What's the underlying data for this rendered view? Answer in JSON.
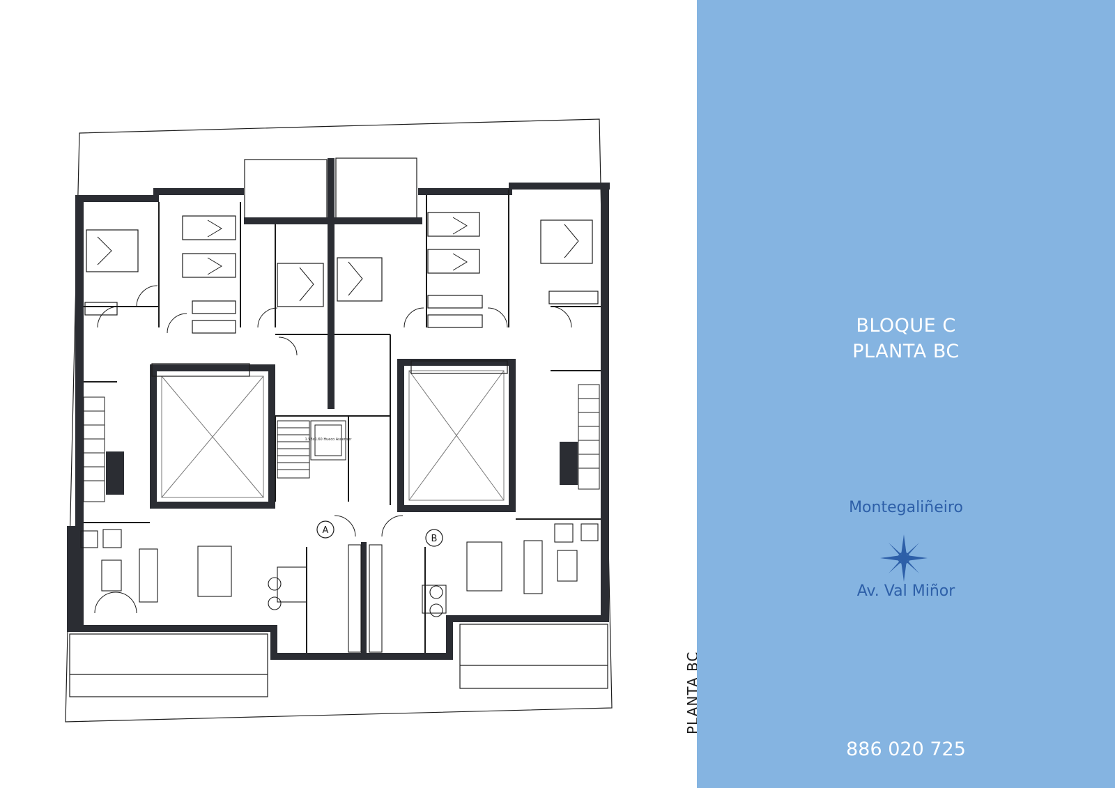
{
  "plan": {
    "floor_label": "PLANTA BC",
    "unit_a": "A",
    "unit_b": "B",
    "lift_note": "1.53x1.60 Hueco Ascensor"
  },
  "panel": {
    "title_line1": "BLOQUE C",
    "title_line2": "PLANTA BC",
    "location_top": "Montegaliñeiro",
    "location_bottom": "Av. Val Miñor",
    "phone": "886 020 725",
    "compass_icon": "compass-rose-icon"
  },
  "colors": {
    "panel_bg": "#85b4e1",
    "panel_text": "#ffffff",
    "accent_blue": "#2d5fa8",
    "wall": "#2b2d33"
  }
}
